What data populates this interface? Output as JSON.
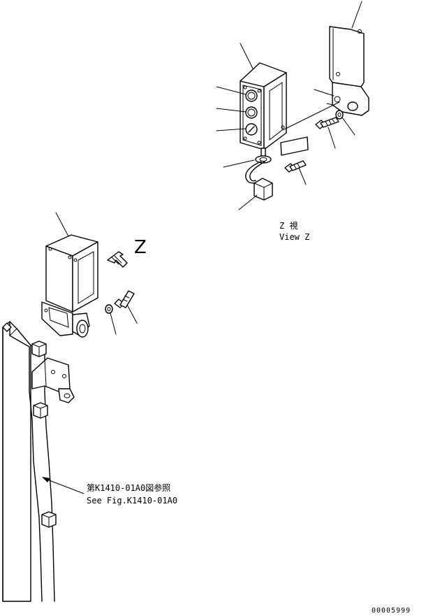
{
  "view": {
    "letter": "Z",
    "caption_jp": "Z 視",
    "caption_en": "View Z"
  },
  "reference": {
    "jp": "第K1410-01A0図参照",
    "en": "See Fig.K1410-01A0"
  },
  "drawing_code": "00005999"
}
